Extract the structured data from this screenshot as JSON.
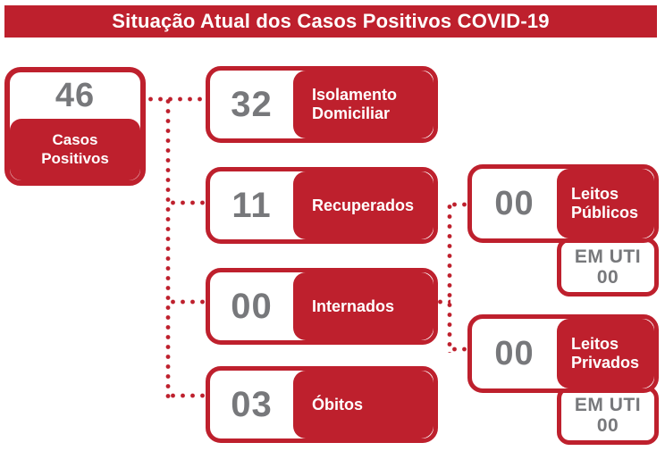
{
  "title": "Situação Atual dos Casos Positivos COVID-19",
  "root_card": {
    "value": "46",
    "label": "Casos Positivos"
  },
  "branches": [
    {
      "value": "32",
      "label": "Isolamento Domiciliar"
    },
    {
      "value": "11",
      "label": "Recuperados"
    },
    {
      "value": "00",
      "label": "Internados"
    },
    {
      "value": "03",
      "label": "Óbitos"
    }
  ],
  "beds": [
    {
      "value": "00",
      "label": "Leitos Públicos",
      "uti_label": "EM UTI",
      "uti_value": "00"
    },
    {
      "value": "00",
      "label": "Leitos Privados",
      "uti_label": "EM UTI",
      "uti_value": "00"
    }
  ],
  "colors": {
    "red": "#BE202D",
    "gray": "#77787B",
    "background": "#FFFFFF"
  }
}
